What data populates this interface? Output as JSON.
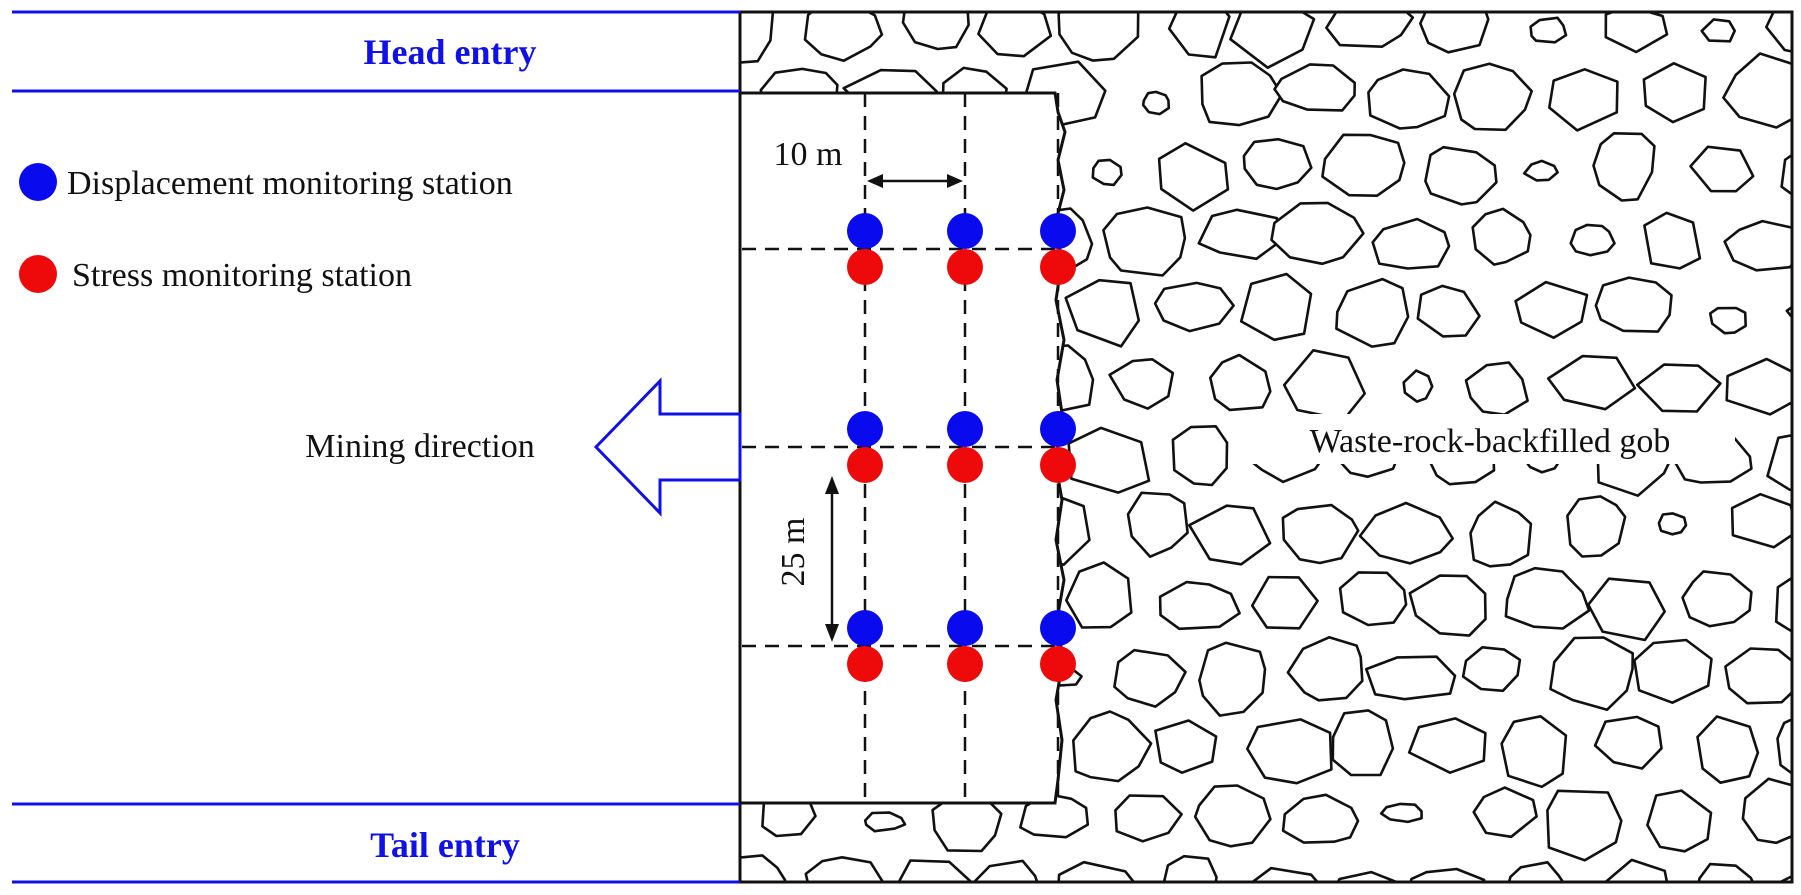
{
  "labels": {
    "head_entry": "Head entry",
    "tail_entry": "Tail entry",
    "legend_displacement": "Displacement monitoring station",
    "legend_stress": "Stress monitoring station",
    "mining_direction": "Mining direction",
    "gob": "Waste-rock-backfilled gob",
    "spacing_horizontal": "10 m",
    "spacing_vertical": "25 m"
  },
  "colors": {
    "entry_line": "#1010e8",
    "displacement_station": "#0a0aee",
    "stress_station": "#ee0a0a",
    "outline": "#111111",
    "background": "#ffffff"
  },
  "stations": {
    "columns": 3,
    "rows": 3,
    "column_spacing": "10 m",
    "row_spacing": "25 m",
    "types": [
      "displacement",
      "stress"
    ]
  },
  "arrow": {
    "direction": "left",
    "icon": "hollow-arrow-left-icon"
  }
}
